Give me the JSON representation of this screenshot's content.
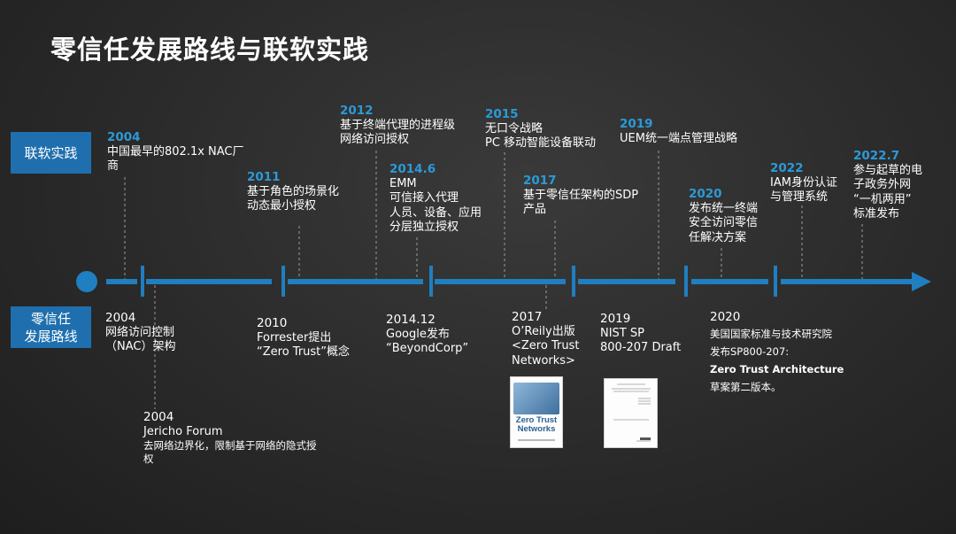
{
  "title": "零信任发展路线与联软实践",
  "labels": {
    "top": "联软实践",
    "bottom": "零信任\n发展路线"
  },
  "colors": {
    "accent": "#2b9ad8",
    "line": "#1f7fc0",
    "label_bg": "#1f6fae"
  },
  "top_events": [
    {
      "year": "2004",
      "text": "中国最早的802.1x NAC厂\n商"
    },
    {
      "year": "2011",
      "text": "基于角色的场景化\n动态最小授权"
    },
    {
      "year": "2012",
      "text": "基于终端代理的进程级\n网络访问授权"
    },
    {
      "year": "2014.6",
      "text": "EMM\n可信接入代理\n人员、设备、应用\n分层独立授权"
    },
    {
      "year": "2015",
      "text": "无口令战略\nPC 移动智能设备联动"
    },
    {
      "year": "2017",
      "text": "基于零信任架构的SDP\n产品"
    },
    {
      "year": "2019",
      "text": "UEM统一端点管理战略"
    },
    {
      "year": "2020",
      "text": "发布统一终端\n安全访问零信\n任解决方案"
    },
    {
      "year": "2022",
      "text": "IAM身份认证\n与管理系统"
    },
    {
      "year": "2022.7",
      "text": "参与起草的电\n子政务外网\n“一机两用”\n标准发布"
    }
  ],
  "bottom_events": [
    {
      "year": "2004",
      "text": "网络访问控制\n（NAC）架构"
    },
    {
      "year": "2004",
      "text": "Jericho Forum",
      "sub": "去网络边界化，限制基于网络的隐式授\n权"
    },
    {
      "year": "2010",
      "text": "Forrester提出\n“Zero Trust”概念"
    },
    {
      "year": "2014.12",
      "text": "Google发布\n“BeyondCorp”"
    },
    {
      "year": "2017",
      "text": "O’Reily出版\n<Zero Trust\nNetworks>"
    },
    {
      "year": "2019",
      "text": "NIST SP\n800-207 Draft"
    },
    {
      "year": "2020",
      "text": "美国国家标准与技术研究院\n发布SP800-207:",
      "bold": "Zero Trust Architecture",
      "tail": "草案第二版本。"
    }
  ],
  "book": {
    "title": "Zero Trust\nNetworks"
  }
}
